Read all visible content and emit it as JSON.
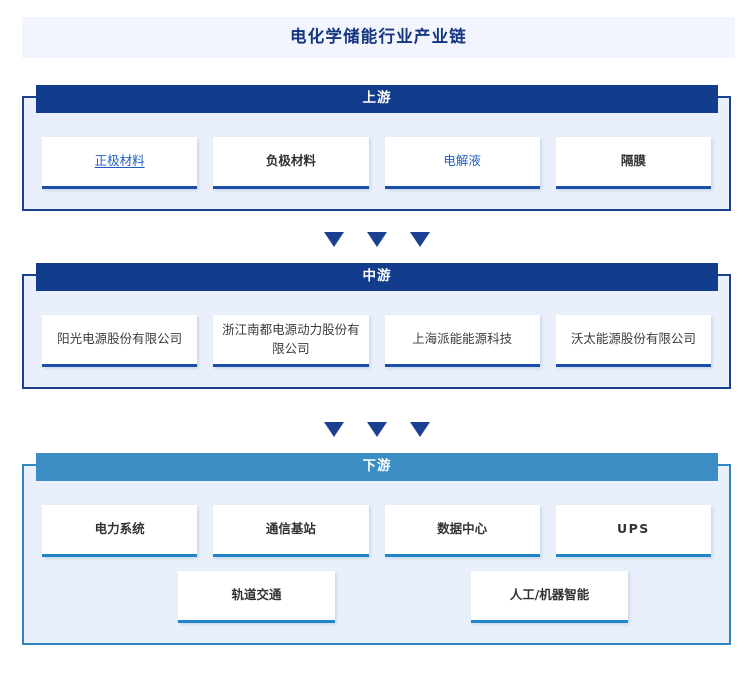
{
  "page": {
    "title": "电化学储能行业产业链"
  },
  "sections": [
    {
      "key": "upstream",
      "banner": "上游",
      "theme": "navy",
      "rows": [
        [
          {
            "label": "正极材料",
            "style": "link-underline"
          },
          {
            "label": "负极材料",
            "style": "bold"
          },
          {
            "label": "电解液",
            "style": "link"
          },
          {
            "label": "隔膜",
            "style": "bold"
          }
        ]
      ]
    },
    {
      "key": "midstream",
      "banner": "中游",
      "theme": "navy",
      "rows": [
        [
          {
            "label": "阳光电源股份有限公司",
            "style": "light"
          },
          {
            "label": "浙江南都电源动力股份有限公司",
            "style": "light"
          },
          {
            "label": "上海派能能源科技",
            "style": "light"
          },
          {
            "label": "沃太能源股份有限公司",
            "style": "light"
          }
        ]
      ]
    },
    {
      "key": "downstream",
      "banner": "下游",
      "theme": "blue",
      "rows": [
        [
          {
            "label": "电力系统",
            "style": "bold"
          },
          {
            "label": "通信基站",
            "style": "bold"
          },
          {
            "label": "数据中心",
            "style": "bold"
          },
          {
            "label": "UPS",
            "style": "bold-wide"
          }
        ],
        [
          {
            "label": "轨道交通",
            "style": "bold"
          },
          {
            "label": "人工/机器智能",
            "style": "bold"
          }
        ]
      ]
    }
  ],
  "arrows": {
    "glyph": "triangle-down",
    "count": 3
  },
  "colors": {
    "title_text": "#13357f",
    "title_band": "#f2f5fd",
    "navy_banner": "#123d8c",
    "navy_border": "#1b4091",
    "blue_banner": "#3b8dc4",
    "blue_border": "#2f86c2",
    "section_fill": "#e9f0fb",
    "card_bg": "#ffffff",
    "link_text": "#1f5fc4",
    "body_text": "#333333"
  }
}
